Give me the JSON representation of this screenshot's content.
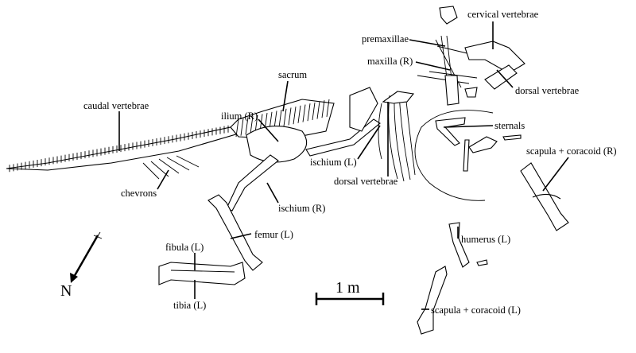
{
  "labels": {
    "cervical_vertebrae": "cervical vertebrae",
    "premaxillae": "premaxillae",
    "maxilla_r": "maxilla (R)",
    "dorsal_vertebrae_upper": "dorsal vertebrae",
    "sternals": "sternals",
    "scapula_coracoid_r": "scapula + coracoid (R)",
    "dorsal_vertebrae_lower": "dorsal vertebrae",
    "ischium_l": "ischium (L)",
    "ilium_r": "ilium (R)",
    "sacrum": "sacrum",
    "caudal_vertebrae": "caudal vertebrae",
    "chevrons": "chevrons",
    "ischium_r": "ischium (R)",
    "femur_l": "femur (L)",
    "fibula_l": "fibula (L)",
    "tibia_l": "tibia (L)",
    "humerus_l": "humerus (L)",
    "scapula_coracoid_l": "scapula + coracoid (L)"
  },
  "scale_bar": {
    "label": "1 m"
  },
  "north_arrow": {
    "label": "N"
  }
}
